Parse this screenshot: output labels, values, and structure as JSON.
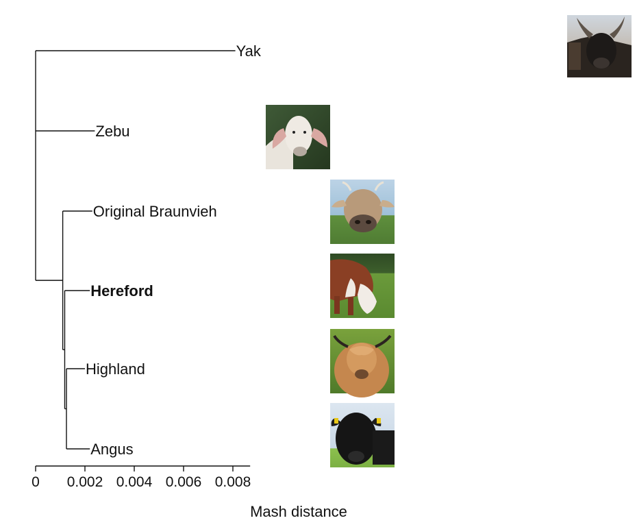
{
  "chart_data": {
    "type": "dendrogram",
    "xlabel": "Mash distance",
    "xlim": [
      0,
      0.0087
    ],
    "xticks": [
      {
        "value": 0,
        "label": "0"
      },
      {
        "value": 0.002,
        "label": "0.002"
      },
      {
        "value": 0.004,
        "label": "0.004"
      },
      {
        "value": 0.006,
        "label": "0.006"
      },
      {
        "value": 0.008,
        "label": "0.008"
      }
    ],
    "leaves": [
      {
        "id": "yak",
        "label": "Yak",
        "distance": 0.0081,
        "bold": false,
        "photo": "yak-photo"
      },
      {
        "id": "zebu",
        "label": "Zebu",
        "distance": 0.0024,
        "bold": false,
        "photo": "zebu-photo"
      },
      {
        "id": "braunvieh",
        "label": "Original Braunvieh",
        "distance": 0.0023,
        "bold": false,
        "photo": "braunvieh-photo"
      },
      {
        "id": "hereford",
        "label": "Hereford",
        "distance": 0.0022,
        "bold": true,
        "photo": "hereford-photo"
      },
      {
        "id": "highland",
        "label": "Highland",
        "distance": 0.002,
        "bold": false,
        "photo": "highland-photo"
      },
      {
        "id": "angus",
        "label": "Angus",
        "distance": 0.0022,
        "bold": false,
        "photo": "angus-photo"
      }
    ],
    "nodes": [
      {
        "id": "n_highland_angus",
        "distance": 0.00125,
        "children": [
          "highland",
          "angus"
        ]
      },
      {
        "id": "n_hereford",
        "distance": 0.00118,
        "children": [
          "hereford",
          "n_highland_angus"
        ]
      },
      {
        "id": "n_braunvieh",
        "distance": 0.0011,
        "children": [
          "braunvieh",
          "n_hereford"
        ]
      },
      {
        "id": "root",
        "distance": 0,
        "children": [
          "yak",
          "zebu",
          "n_braunvieh"
        ]
      }
    ]
  },
  "colors": {
    "line": "#111111",
    "text": "#111111"
  }
}
